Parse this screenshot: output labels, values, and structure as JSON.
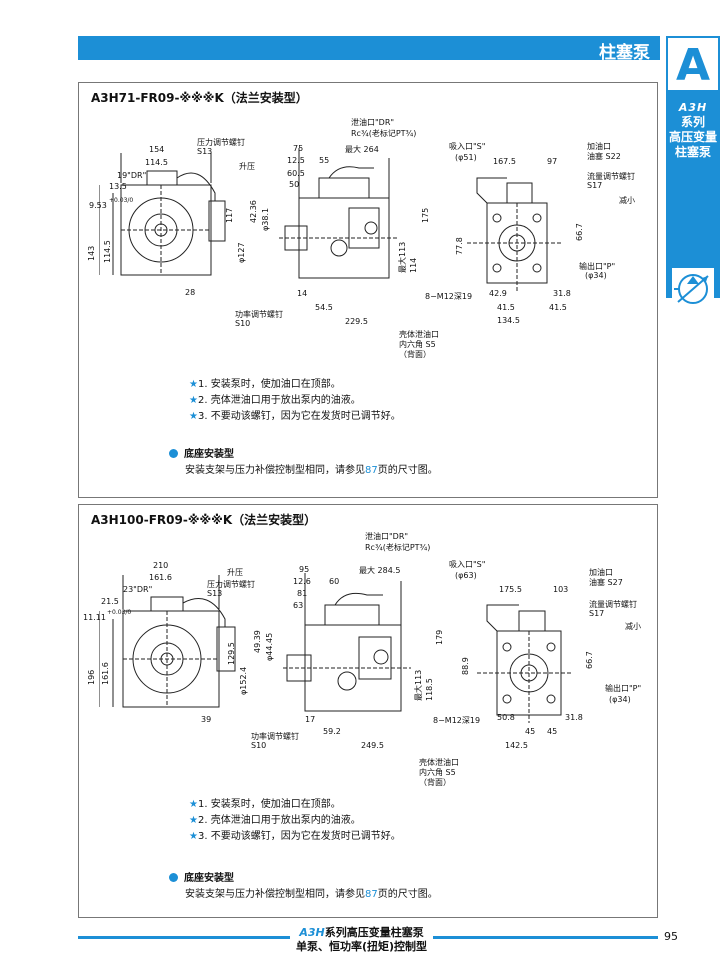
{
  "header": {
    "title": "柱塞泵"
  },
  "side_tab": {
    "letter": "A",
    "brand": "A3H",
    "lines": [
      "系列",
      "高压变量",
      "柱塞泵"
    ]
  },
  "section1": {
    "title": "A3H71-FR09-※※※K（法兰安装型）",
    "labels": {
      "d154": "154",
      "d1145": "114.5",
      "d19dr": "19\"DR\"",
      "d135": "13.5",
      "d953": "9.53",
      "d953tol": "+0.03/0",
      "d143": "143",
      "d1145v": "114.5",
      "d28": "28",
      "adj": "压力调节螺钉",
      "s13": "S13",
      "up": "升压",
      "d75": "75",
      "d125": "12.5",
      "d55": "55",
      "d605": "60.5",
      "d50": "50",
      "drain": "泄油口\"DR\"",
      "rc": "Rc¾(老标记PT¾)",
      "max264": "最大 264",
      "d117": "117",
      "d4236": "42.36",
      "d381": "φ38.1",
      "d127": "φ127",
      "d175": "175",
      "max113": "最大113",
      "d114": "114",
      "d14": "14",
      "d545": "54.5",
      "d2295": "229.5",
      "suction": "吸入口\"S\"",
      "phi51": "(φ51)",
      "d1675": "167.5",
      "d97": "97",
      "fill": "加油口",
      "plug": "油塞 S22",
      "flowadj": "流量调节螺钉",
      "s17": "S17",
      "down": "减小",
      "d778": "77.8",
      "d667": "66.7",
      "outlet": "输出口\"P\"",
      "phi34": "(φ34)",
      "m12": "8−M12深19",
      "d429": "42.9",
      "d318": "31.8",
      "d415a": "41.5",
      "d415b": "41.5",
      "d1345": "134.5",
      "power": "功率调节螺钉",
      "s10": "S10",
      "casing": "壳体泄油口",
      "hex": "内六角 S5",
      "back": "（背面）"
    },
    "notes": [
      "1.  安装泵时，使加油口在顶部。",
      "2.  壳体泄油口用于放出泵内的油液。",
      "3.  不要动该螺钉，因为它在发货时已调节好。"
    ],
    "base_title": "底座安装型",
    "base_text_a": "安装支架与压力补偿控制型相同，请参见",
    "base_page": "87",
    "base_text_b": "页的尺寸图。"
  },
  "section2": {
    "title": "A3H100-FR09-※※※K（法兰安装型）",
    "labels": {
      "d210": "210",
      "d1616": "161.6",
      "d23dr": "23\"DR\"",
      "d215": "21.5",
      "d1111": "11.11",
      "d1111tol": "+0.03/0",
      "d196": "196",
      "d1616v": "161.6",
      "d39": "39",
      "adj": "压力调节螺钉",
      "s13": "S13",
      "up": "升压",
      "d95": "95",
      "d126": "12.6",
      "d60": "60",
      "d81": "81",
      "d63": "63",
      "drain": "泄油口\"DR\"",
      "rc": "Rc¾(老标记PT¾)",
      "max2845": "最大 284.5",
      "d1295": "129.5",
      "d4939": "49.39",
      "d4445": "φ44.45",
      "d1524": "φ152.4",
      "d179": "179",
      "max113": "最大113",
      "d1185": "118.5",
      "d17": "17",
      "d592": "59.2",
      "d2495": "249.5",
      "suction": "吸入口\"S\"",
      "phi63": "(φ63)",
      "d1755": "175.5",
      "d103": "103",
      "fill": "加油口",
      "plug": "油塞 S27",
      "flowadj": "流量调节螺钉",
      "s17": "S17",
      "down": "减小",
      "d889": "88.9",
      "d667": "66.7",
      "outlet": "输出口\"P\"",
      "phi34": "(φ34)",
      "m12": "8−M12深19",
      "d508": "50.8",
      "d318": "31.8",
      "d45a": "45",
      "d45b": "45",
      "d1425": "142.5",
      "power": "功率调节螺钉",
      "s10": "S10",
      "casing": "壳体泄油口",
      "hex": "内六角 S5",
      "back": "（背面）"
    },
    "notes": [
      "1.  安装泵时，使加油口在顶部。",
      "2.  壳体泄油口用于放出泵内的油液。",
      "3.  不要动该螺钉，因为它在发货时已调节好。"
    ],
    "base_title": "底座安装型",
    "base_text_a": "安装支架与压力补偿控制型相同，请参见",
    "base_page": "87",
    "base_text_b": "页的尺寸图。"
  },
  "footer": {
    "brand": "A3H",
    "line1": "系列高压变量柱塞泵",
    "line2": "单泵、恒功率(扭矩)控制型",
    "page": "95"
  },
  "colors": {
    "accent": "#1c8fd6"
  }
}
